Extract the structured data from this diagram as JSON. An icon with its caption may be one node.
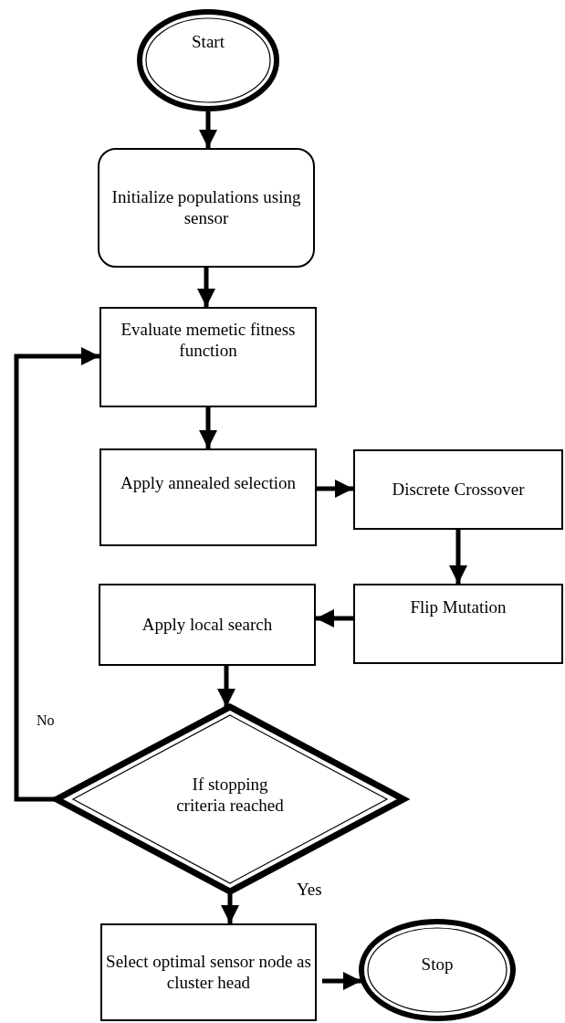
{
  "diagram": {
    "nodes": [
      {
        "text": [
          "Start"
        ]
      },
      {
        "text": [
          "Initialize populations using sensor"
        ]
      },
      {
        "text": [
          "Evaluate memetic fitness function"
        ]
      },
      {
        "text": [
          "Apply annealed selection"
        ]
      },
      {
        "text": [
          "Discrete Crossover"
        ]
      },
      {
        "text": [
          "Flip Mutation"
        ]
      },
      {
        "text": [
          "Apply local search"
        ]
      },
      {
        "text": [
          "If stopping criteria reached"
        ]
      },
      {
        "text": [
          "Select optimal sensor node as cluster head"
        ]
      },
      {
        "text": [
          "Stop"
        ]
      }
    ],
    "edges": [
      {
        "from": 0,
        "to": 1,
        "arrow": "to"
      },
      {
        "from": 1,
        "to": 2,
        "arrow": "to"
      },
      {
        "from": 2,
        "to": 3,
        "arrow": "to"
      },
      {
        "from": 3,
        "to": 4,
        "arrow": "to"
      },
      {
        "from": 4,
        "to": 5,
        "arrow": "to"
      },
      {
        "from": 5,
        "to": 6,
        "arrow": "to"
      },
      {
        "from": 6,
        "to": 7,
        "arrow": "to"
      },
      {
        "from": 7,
        "to": 2,
        "arrow": "to",
        "label": "No"
      },
      {
        "from": 7,
        "to": 8,
        "arrow": "to",
        "label": "Yes"
      },
      {
        "from": 8,
        "to": 9,
        "arrow": "to"
      }
    ]
  }
}
